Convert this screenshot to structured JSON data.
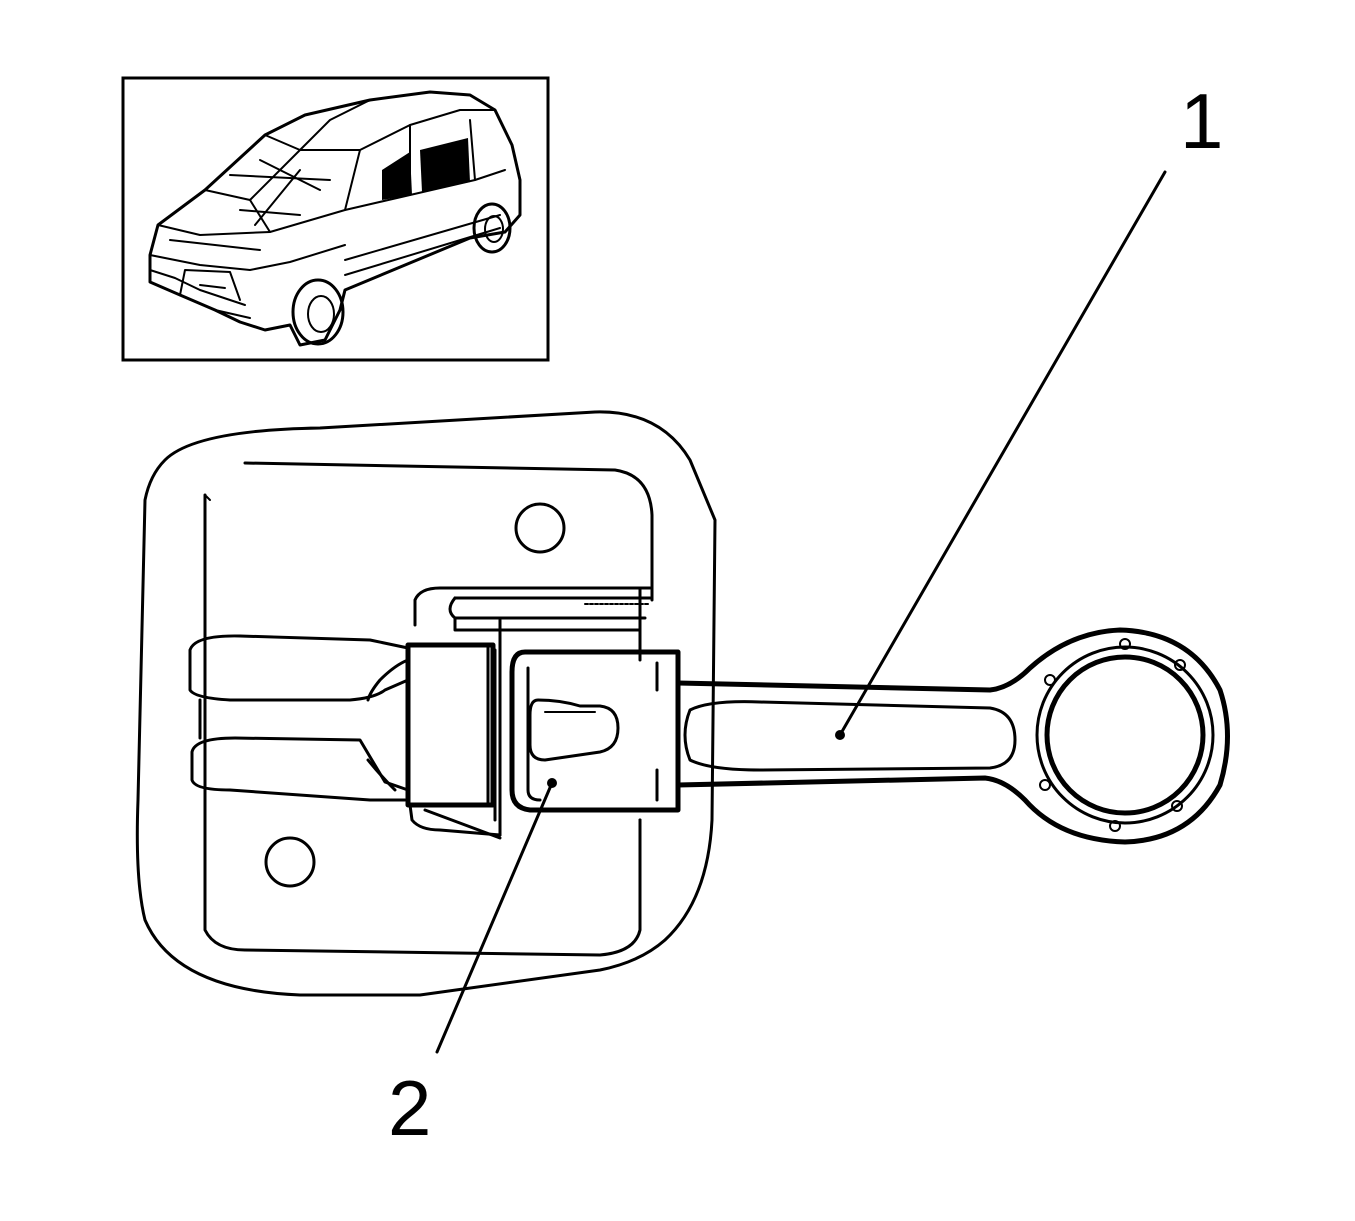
{
  "diagram": {
    "callouts": [
      {
        "id": "1",
        "label": "1"
      },
      {
        "id": "2",
        "label": "2"
      }
    ],
    "locator_icon": "car-body-locator-icon"
  }
}
